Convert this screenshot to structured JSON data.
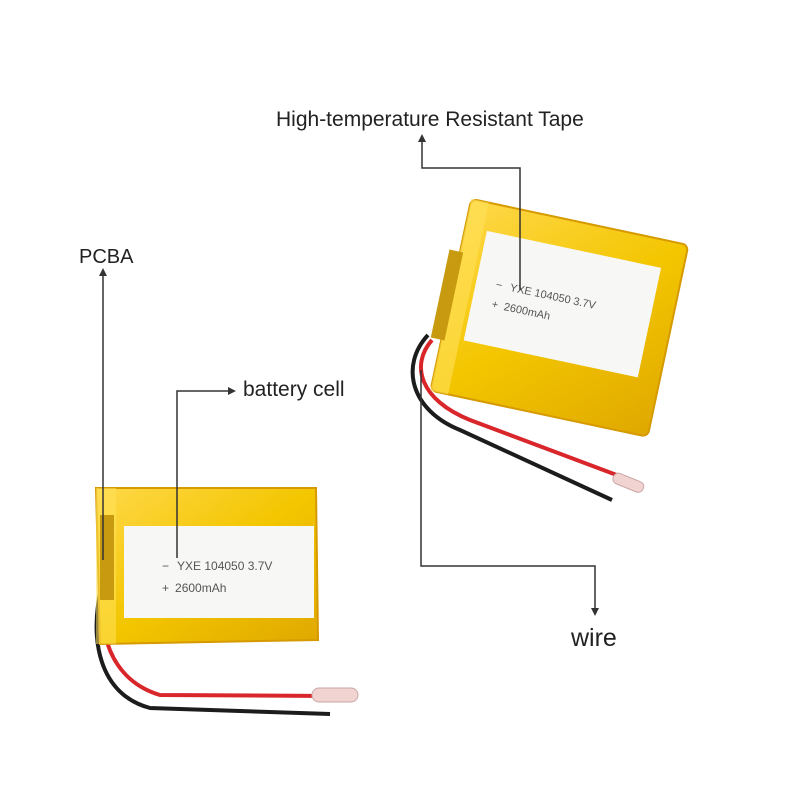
{
  "labels": {
    "tape": "High-temperature Resistant Tape",
    "pcba": "PCBA",
    "battery_cell": "battery cell",
    "wire": "wire"
  },
  "battery_print": {
    "minus": "−",
    "model": "YXE 104050 3.7V",
    "plus": "+",
    "capacity": "2600mAh"
  },
  "colors": {
    "pouch_yellow": "#f3c600",
    "pouch_edge": "#d69a00",
    "sticker": "#f7f7f5",
    "wire_red": "#d8262b",
    "wire_black": "#1c1c1c",
    "leader_line": "#333333"
  }
}
